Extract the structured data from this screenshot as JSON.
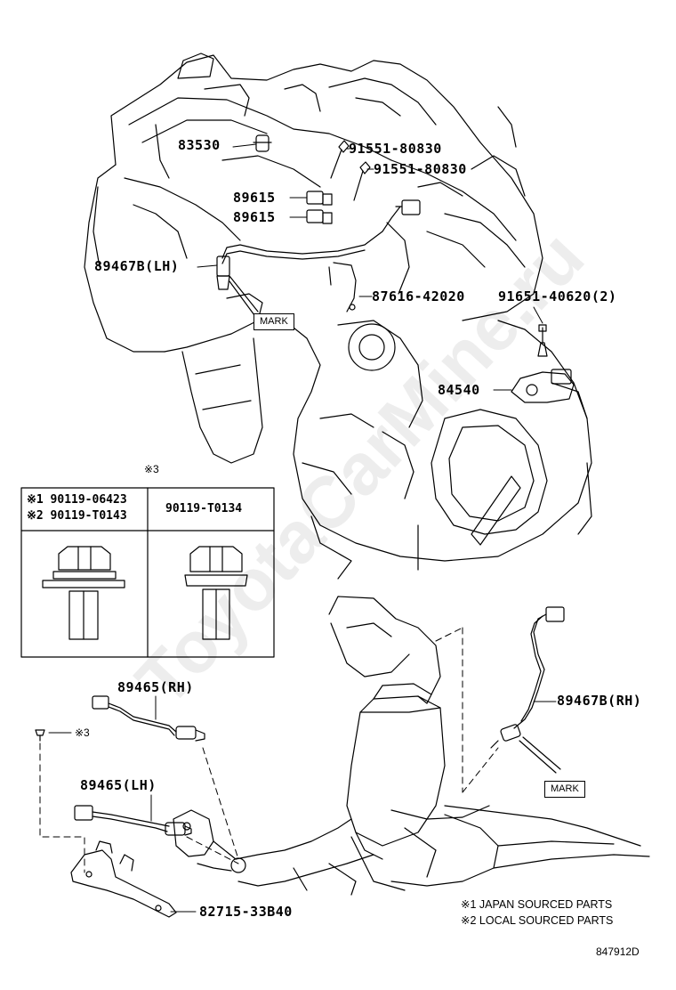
{
  "labels": {
    "p83530": "83530",
    "p91551_a": "91551-80830",
    "p91551_b": "91551-80830",
    "p89615_a": "89615",
    "p89615_b": "89615",
    "p89467b_lh": "89467B(LH)",
    "p87616": "87616-42020",
    "p91651": "91651-40620(2)",
    "p84540": "84540",
    "p89465_rh": "89465(RH)",
    "p89465_lh": "89465(LH)",
    "p89467b_rh": "89467B(RH)",
    "p82715": "82715-33B40",
    "mark_upper": "MARK",
    "mark_lower": "MARK",
    "ref3_top": "※3",
    "ref3_bolt": "※3"
  },
  "table": {
    "left_row1": "※1 90119-06423",
    "left_row2": "※2 90119-T0143",
    "right": "90119-T0134"
  },
  "notes": {
    "note1": "※1 JAPAN SOURCED PARTS",
    "note2": "※2 LOCAL SOURCED PARTS"
  },
  "diagram_code": "847912D",
  "watermark": "ToyotaCarMine.ru"
}
